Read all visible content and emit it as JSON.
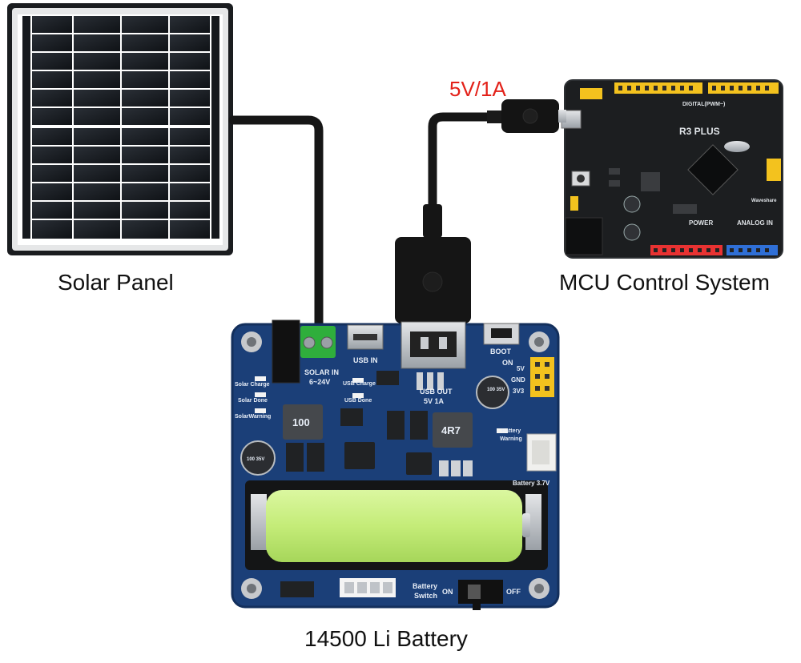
{
  "captions": {
    "solar_panel": "Solar Panel",
    "mcu": "MCU Control System",
    "battery": "14500 Li Battery",
    "usb_spec": "5V/1A"
  },
  "board": {
    "solar_in": "SOLAR IN",
    "solar_in_range": "6~24V",
    "usb_in": "USB IN",
    "usb_out": "USB OUT",
    "usb_out_spec": "5V 1A",
    "boot": "BOOT",
    "on": "ON",
    "pin_5v": "5V",
    "pin_gnd": "GND",
    "pin_3v3": "3V3",
    "solar_charge": "Solar Charge",
    "solar_done": "Solar Done",
    "solar_warning": "SolarWarning",
    "usb_charge": "USB Charge",
    "usb_done": "USB Done",
    "battery_warning_1": "Battery",
    "battery_warning_2": "Warning",
    "battery_voltage": "Battery 3.7V",
    "battery_switch_1": "Battery",
    "battery_switch_2": "Switch",
    "switch_on": "ON",
    "switch_off": "OFF",
    "inductor_1": "100",
    "inductor_2": "4R7",
    "cap_1": "100 35V",
    "cap_2": "100 35V"
  },
  "mcu_board": {
    "name": "R3 PLUS",
    "digital": "DIGITAL(PWM~)",
    "power": "POWER",
    "analog": "ANALOG IN",
    "brand": "Waveshare"
  },
  "colors": {
    "pcb_blue": "#1b3f78",
    "mcu_black": "#1c1e20",
    "battery_green": "#c8ef80",
    "terminal_green": "#2fae3c",
    "caption_red": "#e32119"
  }
}
